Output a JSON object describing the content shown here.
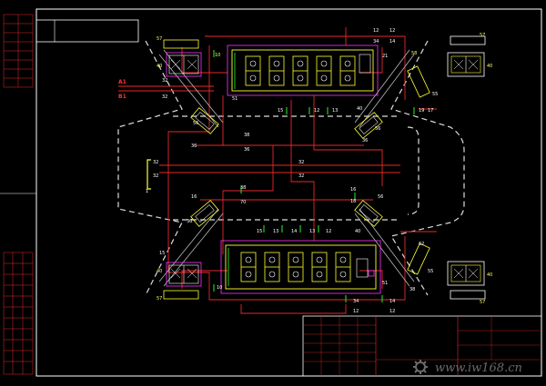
{
  "ports": {
    "a": "A1",
    "b": "B1"
  },
  "refs": {
    "n57": "57",
    "n10": "10",
    "n11": "11",
    "n12": "12",
    "n13": "13",
    "n14": "14",
    "n15": "15",
    "n16": "16",
    "n17": "17",
    "n18": "18",
    "n19": "19",
    "n21": "21",
    "n32": "32",
    "n34": "34",
    "n36": "36",
    "n38": "38",
    "n40": "40",
    "n51": "51",
    "n55": "55",
    "n56": "56",
    "n58": "58",
    "n62": "62",
    "n70": "70",
    "n1": "1"
  },
  "watermark": "www.iw168.cn",
  "colors": {
    "background": "#000000",
    "pipe_red": "#e8282a",
    "valve_yellow": "#ffff33",
    "outline_white": "#ffffff",
    "dash_white": "#dddddd",
    "green": "#22cc22",
    "magenta": "#ff33ff",
    "gray": "#7a7a7a"
  }
}
